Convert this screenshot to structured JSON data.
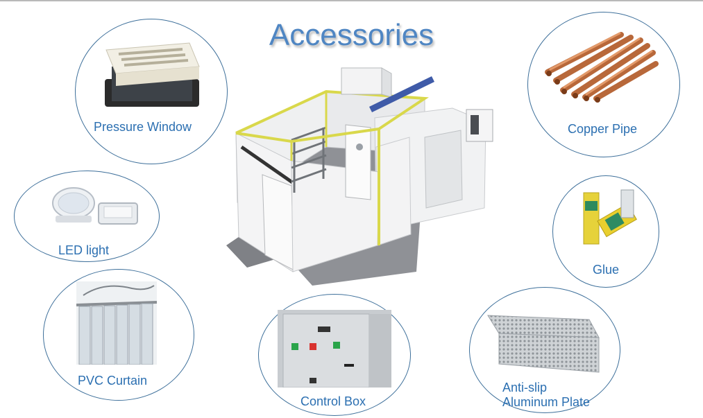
{
  "title": "Accessories",
  "accent_color": "#2b6fb1",
  "items": [
    {
      "label": "Pressure Window",
      "icon": "pressure-window-icon"
    },
    {
      "label": "LED light",
      "icon": "led-light-icon"
    },
    {
      "label": "PVC Curtain",
      "icon": "pvc-curtain-icon"
    },
    {
      "label": "Control Box",
      "icon": "control-box-icon"
    },
    {
      "label": "Anti-slip",
      "icon": "aluminum-plate-icon"
    },
    {
      "label": "Aluminum Plate"
    },
    {
      "label": "Glue",
      "icon": "glue-icon"
    },
    {
      "label": "Copper Pipe",
      "icon": "copper-pipe-icon"
    }
  ],
  "center_image": "cold-room-icon"
}
